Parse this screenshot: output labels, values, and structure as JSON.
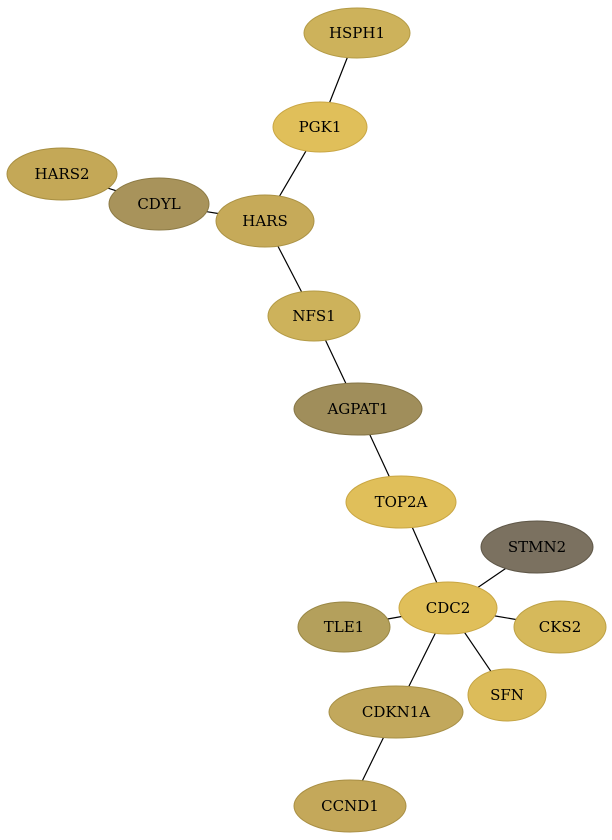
{
  "nodes": [
    {
      "id": "HSPH1",
      "label": "HSPH1",
      "color": "#cdb25b",
      "stroke": "#b39a45"
    },
    {
      "id": "PGK1",
      "label": "PGK1",
      "color": "#e0bf5a",
      "stroke": "#c9a643"
    },
    {
      "id": "HARS2",
      "label": "HARS2",
      "color": "#c4a857",
      "stroke": "#a88f42"
    },
    {
      "id": "CDYL",
      "label": "CDYL",
      "color": "#a8935b",
      "stroke": "#8c7a45"
    },
    {
      "id": "HARS",
      "label": "HARS",
      "color": "#c6aa59",
      "stroke": "#ab9245"
    },
    {
      "id": "NFS1",
      "label": "NFS1",
      "color": "#cdb25b",
      "stroke": "#b39a45"
    },
    {
      "id": "AGPAT1",
      "label": "AGPAT1",
      "color": "#a08e5b",
      "stroke": "#857546"
    },
    {
      "id": "TOP2A",
      "label": "TOP2A",
      "color": "#e0bf5a",
      "stroke": "#c9a643"
    },
    {
      "id": "STMN2",
      "label": "STMN2",
      "color": "#7b7160",
      "stroke": "#5f5748"
    },
    {
      "id": "CDC2",
      "label": "CDC2",
      "color": "#e0bf5a",
      "stroke": "#c9a643"
    },
    {
      "id": "TLE1",
      "label": "TLE1",
      "color": "#b4a05c",
      "stroke": "#998745"
    },
    {
      "id": "CKS2",
      "label": "CKS2",
      "color": "#d6b95b",
      "stroke": "#bda145"
    },
    {
      "id": "SFN",
      "label": "SFN",
      "color": "#dcbc5a",
      "stroke": "#c3a343"
    },
    {
      "id": "CDKN1A",
      "label": "CDKN1A",
      "color": "#c2a85c",
      "stroke": "#a68f46"
    },
    {
      "id": "CCND1",
      "label": "CCND1",
      "color": "#c4a85a",
      "stroke": "#a98f44"
    }
  ],
  "edges": [
    [
      "HSPH1",
      "PGK1"
    ],
    [
      "PGK1",
      "HARS"
    ],
    [
      "HARS2",
      "CDYL"
    ],
    [
      "CDYL",
      "HARS"
    ],
    [
      "HARS",
      "NFS1"
    ],
    [
      "NFS1",
      "AGPAT1"
    ],
    [
      "AGPAT1",
      "TOP2A"
    ],
    [
      "TOP2A",
      "CDC2"
    ],
    [
      "CDC2",
      "STMN2"
    ],
    [
      "CDC2",
      "TLE1"
    ],
    [
      "CDC2",
      "CKS2"
    ],
    [
      "CDC2",
      "SFN"
    ],
    [
      "CDC2",
      "CDKN1A"
    ],
    [
      "CDKN1A",
      "CCND1"
    ]
  ]
}
